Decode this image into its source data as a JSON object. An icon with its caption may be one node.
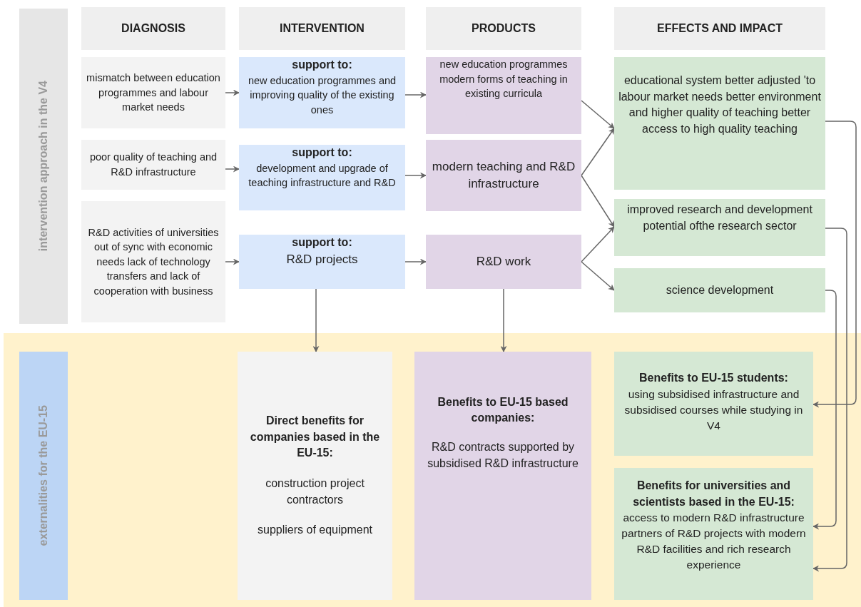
{
  "diagram": {
    "nodes": [
      {
        "text": [
          "intervention approach in the V4"
        ]
      },
      {
        "text": [
          "DIAGNOSIS"
        ]
      },
      {
        "text": [
          "INTERVENTION"
        ]
      },
      {
        "text": [
          "PRODUCTS"
        ]
      },
      {
        "text": [
          "EFFECTS AND IMPACT"
        ]
      },
      {
        "text": [
          "mismatch between education programmes and labour market needs"
        ]
      },
      {
        "text": [
          "support to:",
          "new education programmes and improving quality of the existing ones"
        ]
      },
      {
        "text": [
          "new education programmes modern forms of teaching in existing curricula"
        ]
      },
      {
        "text": [
          "educational system better adjusted 'to labour market needs better environment and higher quality of teaching better access to high quality teaching"
        ]
      },
      {
        "text": [
          "poor quality of teaching and R&D infrastructure"
        ]
      },
      {
        "text": [
          "support to:",
          "development and upgrade of teaching infrastructure and R&D"
        ]
      },
      {
        "text": [
          "modern teaching and R&D infrastructure"
        ]
      },
      {
        "text": [
          "improved research and development potential ofthe research sector"
        ]
      },
      {
        "text": [
          "R&D activities of universities out of sync with economic needs lack of technology transfers and lack of cooperation with business"
        ]
      },
      {
        "text": [
          "support to:",
          "R&D projects"
        ]
      },
      {
        "text": [
          "R&D work"
        ]
      },
      {
        "text": [
          "science development"
        ]
      },
      {
        "text": [
          "externalities for the EU-15"
        ]
      },
      {
        "text": [
          "Direct benefits for companies based in the EU-15:",
          "construction project contractors",
          "suppliers of equipment"
        ]
      },
      {
        "text": [
          "Benefits to EU-15 based companies:",
          "R&D contracts supported by subsidised R&D infrastructure"
        ]
      },
      {
        "text": [
          "Benefits to EU-15 students:",
          "using subsidised infrastructure and subsidised courses while studying in V4"
        ]
      },
      {
        "text": [
          "Benefits for universities and scientists based in the EU-15:",
          "access to modern R&D infrastructure",
          "partners of R&D projects with modern R&D facilities and rich research experience"
        ]
      }
    ],
    "edges": [
      {
        "from": 5,
        "to": 6,
        "arrow": "to"
      },
      {
        "from": 6,
        "to": 7,
        "arrow": "to"
      },
      {
        "from": 9,
        "to": 10,
        "arrow": "to"
      },
      {
        "from": 10,
        "to": 11,
        "arrow": "to"
      },
      {
        "from": 13,
        "to": 14,
        "arrow": "to"
      },
      {
        "from": 14,
        "to": 15,
        "arrow": "to"
      },
      {
        "from": 7,
        "to": 8,
        "arrow": "to"
      },
      {
        "from": 11,
        "to": 8,
        "arrow": "to"
      },
      {
        "from": 11,
        "to": 12,
        "arrow": "to"
      },
      {
        "from": 15,
        "to": 12,
        "arrow": "to"
      },
      {
        "from": 15,
        "to": 16,
        "arrow": "to"
      },
      {
        "from": 14,
        "to": 18,
        "arrow": "to"
      },
      {
        "from": 15,
        "to": 19,
        "arrow": "to"
      },
      {
        "from": 8,
        "to": 20,
        "arrow": "to"
      },
      {
        "from": 16,
        "to": 21,
        "arrow": "to"
      },
      {
        "from": 12,
        "to": 21,
        "arrow": "to"
      }
    ]
  }
}
